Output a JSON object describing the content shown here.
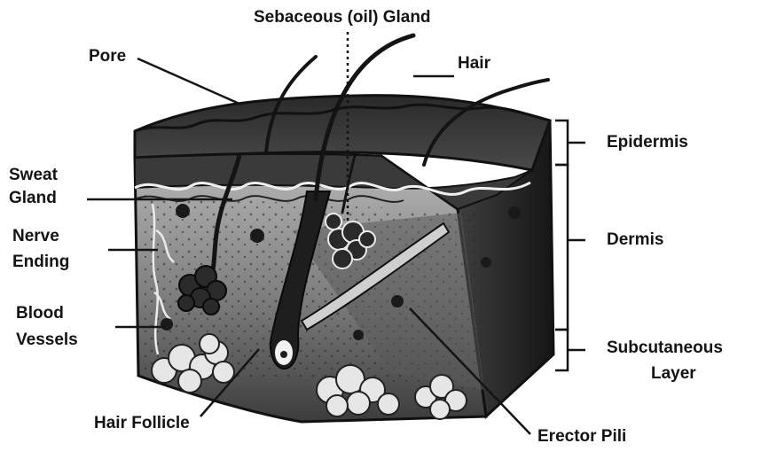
{
  "labels": {
    "sebaceous": "Sebaceous (oil) Gland",
    "pore": "Pore",
    "hair": "Hair",
    "epidermis": "Epidermis",
    "sweat_1": "Sweat",
    "sweat_2": "Gland",
    "nerve_1": "Nerve",
    "nerve_2": "Ending",
    "dermis": "Dermis",
    "blood_1": "Blood",
    "blood_2": "Vessels",
    "subcutaneous_1": "Subcutaneous",
    "subcutaneous_2": "Layer",
    "hair_follicle": "Hair Follicle",
    "erector_pili": "Erector Pili"
  },
  "colors": {
    "ink": "#141414",
    "epidermis": "#3a3a3a",
    "dermis_front": "#8a8a8a",
    "dermis_side": "#2e2e2e",
    "fat": "#e8e8e8"
  }
}
